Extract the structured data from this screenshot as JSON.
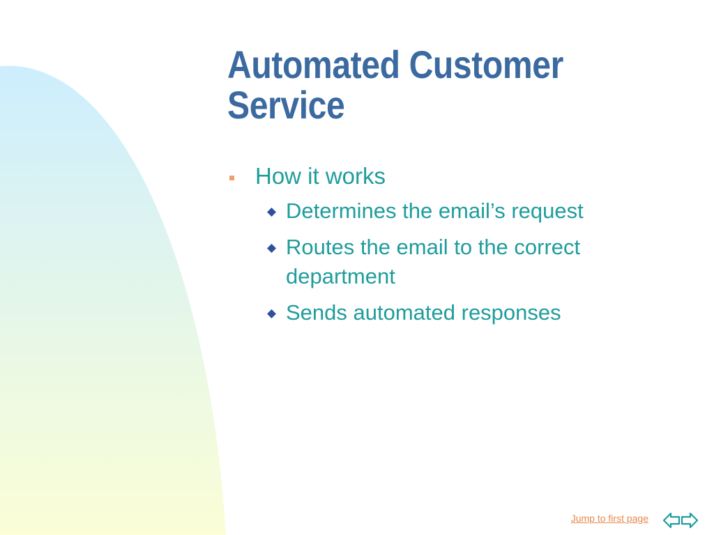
{
  "slide": {
    "title_lines": [
      "Automated Customer",
      "Service"
    ],
    "bullets": [
      {
        "text": "How it works",
        "sub": [
          "Determines the email’s request",
          "Routes the email to the correct department",
          "Sends automated responses"
        ]
      }
    ]
  },
  "footer": {
    "jump_link": "Jump to first page"
  },
  "colors": {
    "title": "#3b6aa0",
    "body_text": "#1f9c9c",
    "bullet_square": "#f0a070",
    "bullet_diamond": "#2f4f9f",
    "link": "#e8884d",
    "backdrop_top": "#cdeefe",
    "backdrop_bottom": "#fbfed6"
  },
  "icons": {
    "level1_bullet": "square-bullet-icon",
    "level2_bullet": "diamond-bullet-icon",
    "nav": "back-forward-arrows-icon"
  }
}
